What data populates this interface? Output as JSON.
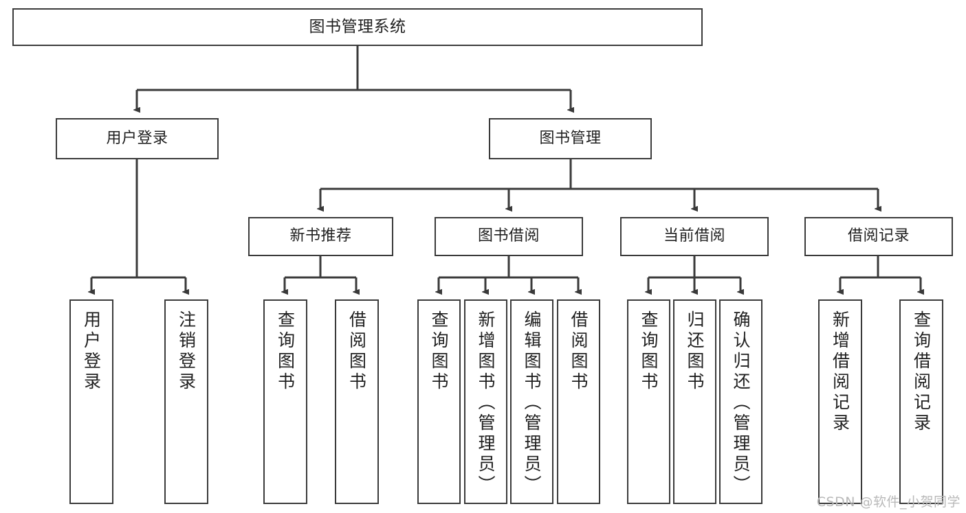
{
  "diagram": {
    "title": "图书管理系统",
    "type": "tree-structure-chart",
    "line_color": "#3a3a3a",
    "text_color": "#1f1f1f",
    "background_color": "#ffffff",
    "watermark": "CSDN @软件_小贺同学"
  },
  "nodes": {
    "root": {
      "label": "图书管理系统"
    },
    "level1": [
      {
        "id": "user-login",
        "label": "用户登录"
      },
      {
        "id": "book-management",
        "label": "图书管理"
      }
    ],
    "level2": [
      {
        "id": "new-book-recommend",
        "label": "新书推荐"
      },
      {
        "id": "book-borrow",
        "label": "图书借阅"
      },
      {
        "id": "current-borrow",
        "label": "当前借阅"
      },
      {
        "id": "borrow-record",
        "label": "借阅记录"
      }
    ],
    "leaves": {
      "user_login": [
        {
          "id": "leaf-user-login",
          "label": "用户登录"
        },
        {
          "id": "leaf-logout-login",
          "label": "注销登录"
        }
      ],
      "new_book_recommend": [
        {
          "id": "leaf-query-book-1",
          "label": "查询图书"
        },
        {
          "id": "leaf-borrow-book-1",
          "label": "借阅图书"
        }
      ],
      "book_borrow": [
        {
          "id": "leaf-query-book-2",
          "label": "查询图书"
        },
        {
          "id": "leaf-add-book",
          "label": "新增图书（管理员）"
        },
        {
          "id": "leaf-edit-book",
          "label": "编辑图书（管理员）"
        },
        {
          "id": "leaf-borrow-book-2",
          "label": "借阅图书"
        }
      ],
      "current_borrow": [
        {
          "id": "leaf-query-book-3",
          "label": "查询图书"
        },
        {
          "id": "leaf-return-book",
          "label": "归还图书"
        },
        {
          "id": "leaf-confirm-return",
          "label": "确认归还（管理员）"
        }
      ],
      "borrow_record": [
        {
          "id": "leaf-add-borrow-record",
          "label": "新增借阅记录"
        },
        {
          "id": "leaf-query-borrow-record",
          "label": "查询借阅记录"
        }
      ]
    }
  }
}
